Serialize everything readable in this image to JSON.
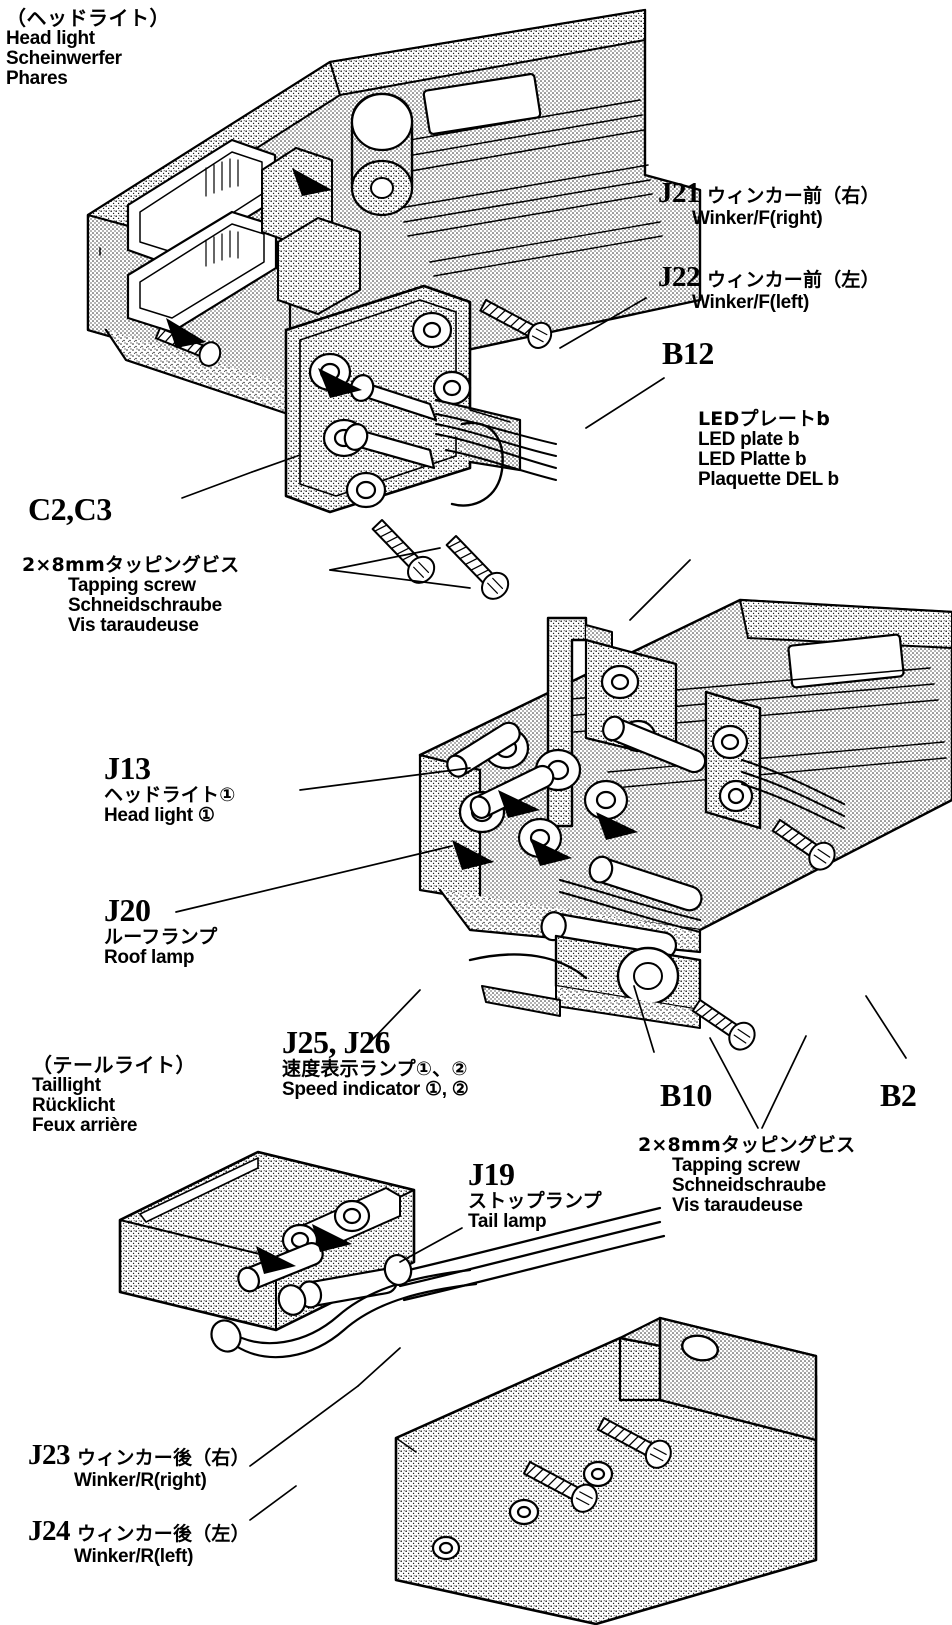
{
  "document": {
    "type": "assembly-instruction-diagram",
    "subject": "RC model light wiring assembly",
    "ink_color": "#000000",
    "paper_color": "#ffffff"
  },
  "sections": {
    "headlight": {
      "jp": "（ヘッドライト）",
      "en": "Head light",
      "de": "Scheinwerfer",
      "fr": "Phares"
    },
    "taillight": {
      "jp": "（テールライト）",
      "en": "Taillight",
      "de": "Rücklicht",
      "fr": "Feux arrière"
    }
  },
  "callouts": {
    "j21": {
      "code": "J21",
      "jp": "ウィンカー前（右）",
      "en": "Winker/F(right)"
    },
    "j22": {
      "code": "J22",
      "jp": "ウィンカー前（左）",
      "en": "Winker/F(left)"
    },
    "b12": {
      "code": "B12"
    },
    "led_plate_b": {
      "jp": "LEDプレートb",
      "en": "LED plate b",
      "de": "LED Platte b",
      "fr": "Plaquette DEL b"
    },
    "c2c3": {
      "code": "C2,C3"
    },
    "screw_top": {
      "jp": "2×8mmタッピングビス",
      "en": "Tapping screw",
      "de": "Schneidschraube",
      "fr": "Vis taraudeuse"
    },
    "screw_bottom": {
      "jp": "2×8mmタッピングビス",
      "en": "Tapping screw",
      "de": "Schneidschraube",
      "fr": "Vis taraudeuse"
    },
    "j13": {
      "code": "J13",
      "jp": "ヘッドライト①",
      "en": "Head light ①"
    },
    "j20": {
      "code": "J20",
      "jp": "ルーフランプ",
      "en": "Roof lamp"
    },
    "j25_j26": {
      "code": "J25, J26",
      "jp": "速度表示ランプ①、②",
      "en": "Speed indicator ①, ②"
    },
    "b10": {
      "code": "B10"
    },
    "b2": {
      "code": "B2"
    },
    "j19": {
      "code": "J19",
      "jp": "ストップランプ",
      "en": "Tail lamp"
    },
    "j23": {
      "code": "J23",
      "jp": "ウィンカー後（右）",
      "en": "Winker/R(right)"
    },
    "j24": {
      "code": "J24",
      "jp": "ウィンカー後（左）",
      "en": "Winker/R(left)"
    }
  }
}
